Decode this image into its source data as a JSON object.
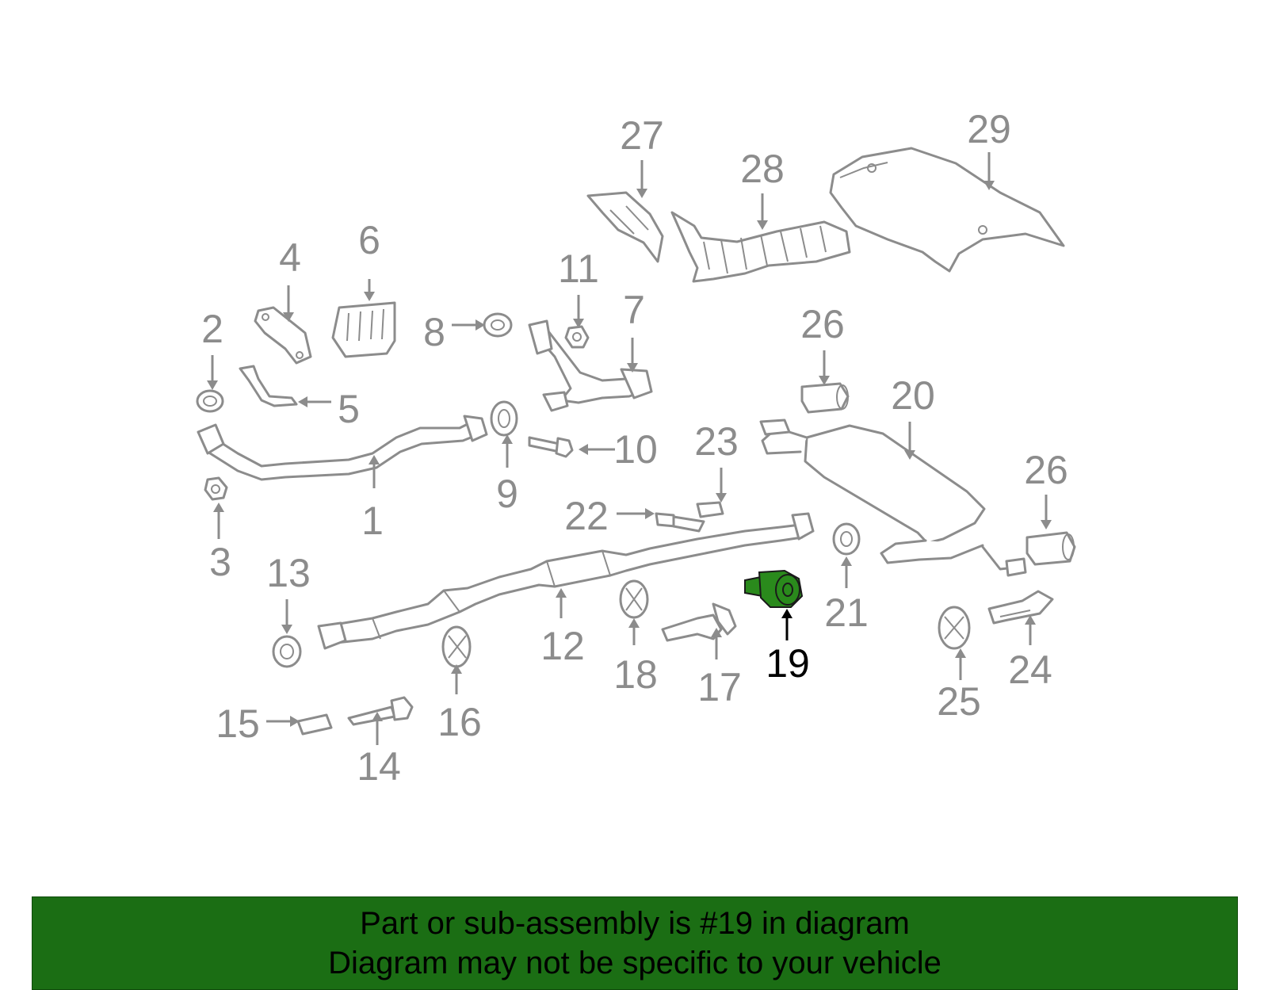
{
  "diagram": {
    "highlighted_part": "19",
    "colors": {
      "part_stroke": "#8c8c8c",
      "label": "#8c8c8c",
      "highlight_fill": "#2a8a1c",
      "highlight_label": "#000000",
      "banner_background": "#1b6e14",
      "banner_text": "#000000"
    },
    "callouts": [
      {
        "id": "1"
      },
      {
        "id": "2"
      },
      {
        "id": "3"
      },
      {
        "id": "4"
      },
      {
        "id": "5"
      },
      {
        "id": "6"
      },
      {
        "id": "7"
      },
      {
        "id": "8"
      },
      {
        "id": "9"
      },
      {
        "id": "10"
      },
      {
        "id": "11"
      },
      {
        "id": "12"
      },
      {
        "id": "13"
      },
      {
        "id": "14"
      },
      {
        "id": "15"
      },
      {
        "id": "16"
      },
      {
        "id": "17"
      },
      {
        "id": "18"
      },
      {
        "id": "19"
      },
      {
        "id": "20"
      },
      {
        "id": "21"
      },
      {
        "id": "22"
      },
      {
        "id": "23"
      },
      {
        "id": "24"
      },
      {
        "id": "25"
      },
      {
        "id": "26"
      },
      {
        "id": "26"
      },
      {
        "id": "27"
      },
      {
        "id": "28"
      },
      {
        "id": "29"
      }
    ]
  },
  "banner": {
    "line1": "Part or sub-assembly is #19 in diagram",
    "line2": "Diagram may not be specific to your vehicle"
  }
}
